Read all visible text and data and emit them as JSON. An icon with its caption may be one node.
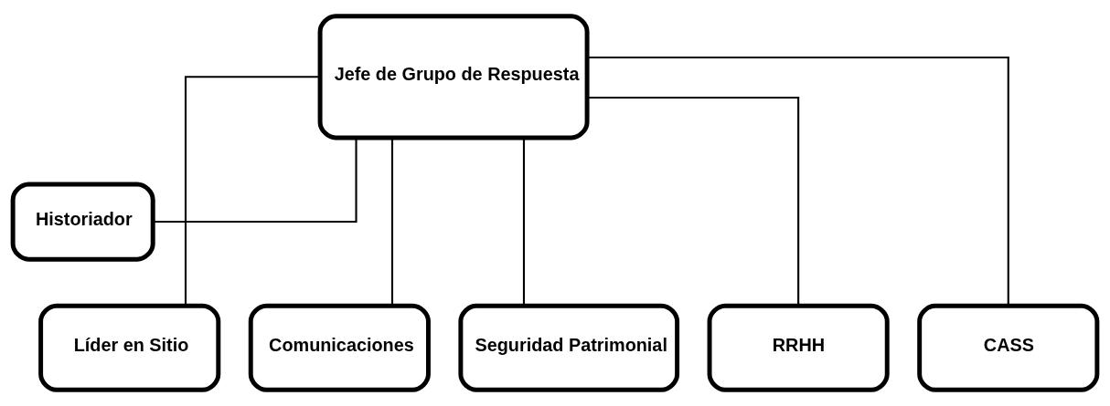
{
  "diagram": {
    "nodes": [
      {
        "text": [
          "Jefe de Grupo de Respuesta"
        ]
      },
      {
        "text": [
          "Historiador"
        ]
      },
      {
        "text": [
          "Líder en Sitio"
        ]
      },
      {
        "text": [
          "Comunicaciones"
        ]
      },
      {
        "text": [
          "Seguridad Patrimonial"
        ]
      },
      {
        "text": [
          "RRHH"
        ]
      },
      {
        "text": [
          "CASS"
        ]
      }
    ],
    "edges": [
      {
        "from": 0,
        "to": 1,
        "arrow": "none"
      },
      {
        "from": 0,
        "to": 2,
        "arrow": "none"
      },
      {
        "from": 0,
        "to": 3,
        "arrow": "none"
      },
      {
        "from": 0,
        "to": 4,
        "arrow": "none"
      },
      {
        "from": 0,
        "to": 5,
        "arrow": "none"
      },
      {
        "from": 0,
        "to": 6,
        "arrow": "none"
      }
    ]
  }
}
